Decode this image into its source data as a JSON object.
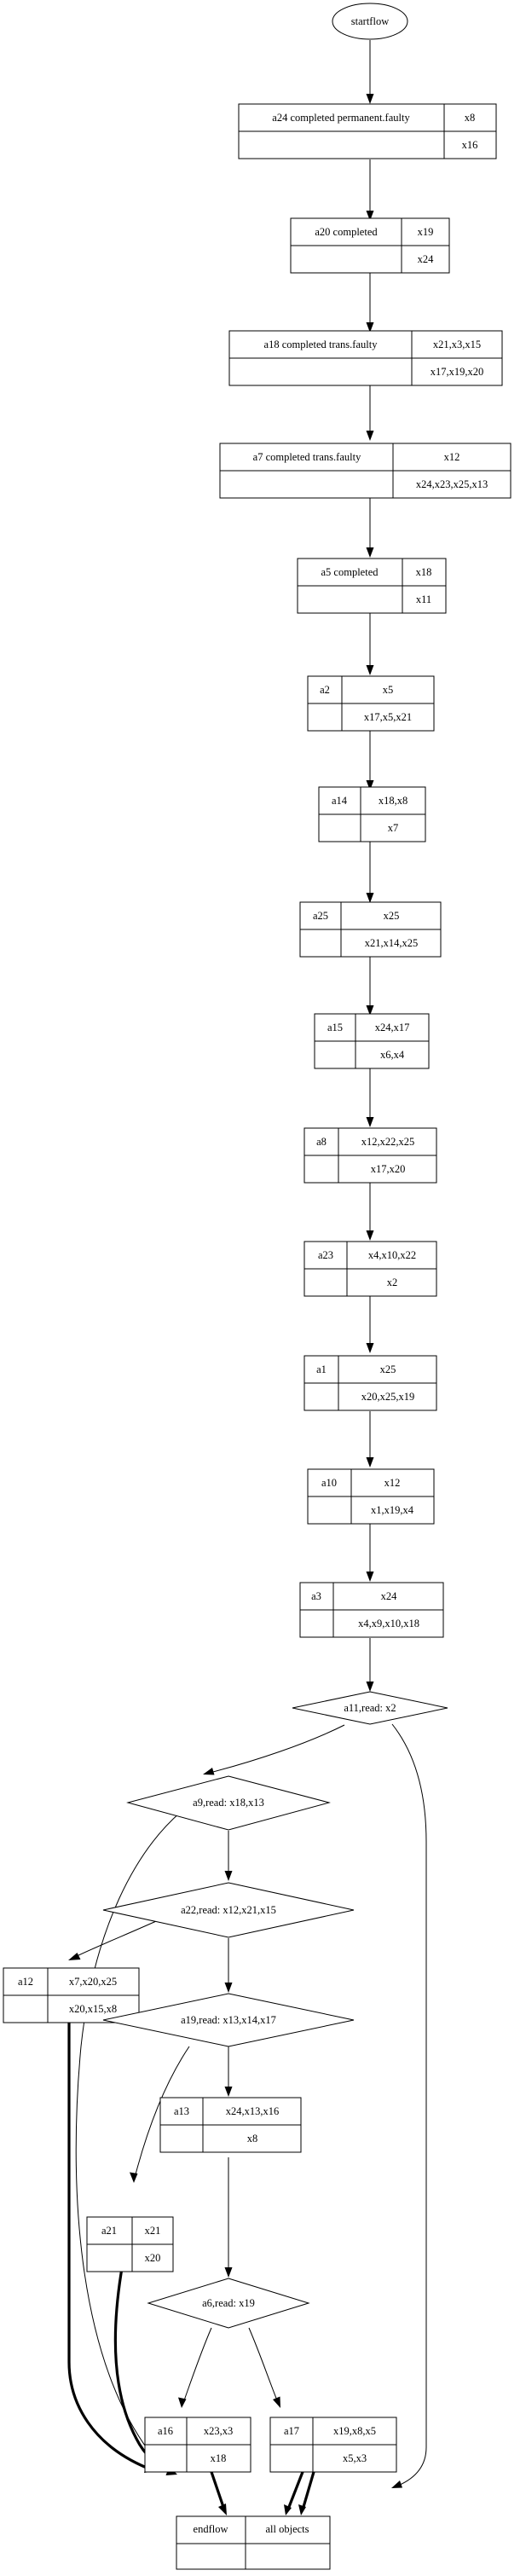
{
  "diagram": {
    "title": "startflow",
    "start_node": {
      "id": "startflow",
      "label": "startflow",
      "shape": "ellipse"
    },
    "end_node": {
      "id": "endflow",
      "label": "endflow",
      "label2": "all objects",
      "shape": "record"
    },
    "nodes": [
      {
        "id": "a24",
        "name": "a24  completed permanent.faulty",
        "top_right": "x8",
        "bottom_right": "x16",
        "shape": "record",
        "style": "wide"
      },
      {
        "id": "a20",
        "name": "a20  completed",
        "top_right": "x19",
        "bottom_right": "x24",
        "shape": "record",
        "style": "wide"
      },
      {
        "id": "a18",
        "name": "a18  completed trans.faulty",
        "top_right": "x21,x3,x15",
        "bottom_right": "x17,x19,x20",
        "shape": "record",
        "style": "wide"
      },
      {
        "id": "a7",
        "name": "a7  completed trans.faulty",
        "top_right": "x12",
        "bottom_right": "x24,x23,x25,x13",
        "shape": "record",
        "style": "wide"
      },
      {
        "id": "a5",
        "name": "a5  completed",
        "top_right": "x18",
        "bottom_right": "x11",
        "shape": "record",
        "style": "wide"
      },
      {
        "id": "a2",
        "name": "a2",
        "top_right": "x5",
        "bottom_right": "x17,x5,x21",
        "shape": "record",
        "style": "compact"
      },
      {
        "id": "a14",
        "name": "a14",
        "top_right": "x18,x8",
        "bottom_right": "x7",
        "shape": "record",
        "style": "compact"
      },
      {
        "id": "a25",
        "name": "a25",
        "top_right": "x25",
        "bottom_right": "x21,x14,x25",
        "shape": "record",
        "style": "compact"
      },
      {
        "id": "a15",
        "name": "a15",
        "top_right": "x24,x17",
        "bottom_right": "x6,x4",
        "shape": "record",
        "style": "compact"
      },
      {
        "id": "a8",
        "name": "a8",
        "top_right": "x12,x22,x25",
        "bottom_right": "x17,x20",
        "shape": "record",
        "style": "compact"
      },
      {
        "id": "a23",
        "name": "a23",
        "top_right": "x4,x10,x22",
        "bottom_right": "x2",
        "shape": "record",
        "style": "compact"
      },
      {
        "id": "a1",
        "name": "a1",
        "top_right": "x25",
        "bottom_right": "x20,x25,x19",
        "shape": "record",
        "style": "compact"
      },
      {
        "id": "a10",
        "name": "a10",
        "top_right": "x12",
        "bottom_right": "x1,x19,x4",
        "shape": "record",
        "style": "compact"
      },
      {
        "id": "a3",
        "name": "a3",
        "top_right": "x24",
        "bottom_right": "x4,x9,x10,x18",
        "shape": "record",
        "style": "compact"
      },
      {
        "id": "a12",
        "name": "a12",
        "top_right": "x7,x20,x25",
        "bottom_right": "x20,x15,x8",
        "shape": "record",
        "style": "compact"
      },
      {
        "id": "a13",
        "name": "a13",
        "top_right": "x24,x13,x16",
        "bottom_right": "x8",
        "shape": "record",
        "style": "compact"
      },
      {
        "id": "a21",
        "name": "a21",
        "top_right": "x21",
        "bottom_right": "x20",
        "shape": "record",
        "style": "compact"
      },
      {
        "id": "a16",
        "name": "a16",
        "top_right": "x23,x3",
        "bottom_right": "x18",
        "shape": "record",
        "style": "compact"
      },
      {
        "id": "a17",
        "name": "a17",
        "top_right": "x19,x8,x5",
        "bottom_right": "x5,x3",
        "shape": "record",
        "style": "compact"
      }
    ],
    "decisions": [
      {
        "id": "a11",
        "label": "a11,read: x2",
        "shape": "diamond"
      },
      {
        "id": "a9",
        "label": "a9,read: x18,x13",
        "shape": "diamond"
      },
      {
        "id": "a22",
        "label": "a22,read: x12,x21,x15",
        "shape": "diamond"
      },
      {
        "id": "a19",
        "label": "a19,read: x13,x14,x17",
        "shape": "diamond"
      },
      {
        "id": "a6",
        "label": "a6,read: x19",
        "shape": "diamond"
      }
    ],
    "edges": [
      {
        "from": "startflow",
        "to": "a24"
      },
      {
        "from": "a24",
        "to": "a20"
      },
      {
        "from": "a20",
        "to": "a18"
      },
      {
        "from": "a18",
        "to": "a7"
      },
      {
        "from": "a7",
        "to": "a5"
      },
      {
        "from": "a5",
        "to": "a2"
      },
      {
        "from": "a2",
        "to": "a14"
      },
      {
        "from": "a14",
        "to": "a25"
      },
      {
        "from": "a25",
        "to": "a15"
      },
      {
        "from": "a15",
        "to": "a8"
      },
      {
        "from": "a8",
        "to": "a23"
      },
      {
        "from": "a23",
        "to": "a1"
      },
      {
        "from": "a1",
        "to": "a10"
      },
      {
        "from": "a10",
        "to": "a3"
      },
      {
        "from": "a3",
        "to": "a11"
      },
      {
        "from": "a11",
        "to": "a9"
      },
      {
        "from": "a11",
        "to": "all objects"
      },
      {
        "from": "a9",
        "to": "a22"
      },
      {
        "from": "a9",
        "to": "endflow"
      },
      {
        "from": "a22",
        "to": "a12"
      },
      {
        "from": "a22",
        "to": "a19"
      },
      {
        "from": "a12",
        "to": "endflow"
      },
      {
        "from": "a19",
        "to": "a13"
      },
      {
        "from": "a19",
        "to": "a21"
      },
      {
        "from": "a13",
        "to": "a6"
      },
      {
        "from": "a21",
        "to": "endflow"
      },
      {
        "from": "a6",
        "to": "a16"
      },
      {
        "from": "a6",
        "to": "a17"
      },
      {
        "from": "a16",
        "to": "endflow"
      },
      {
        "from": "a17",
        "to": "all objects"
      }
    ],
    "colors": {
      "stroke": "#000000",
      "fill": "#ffffff",
      "text": "#000000"
    }
  }
}
